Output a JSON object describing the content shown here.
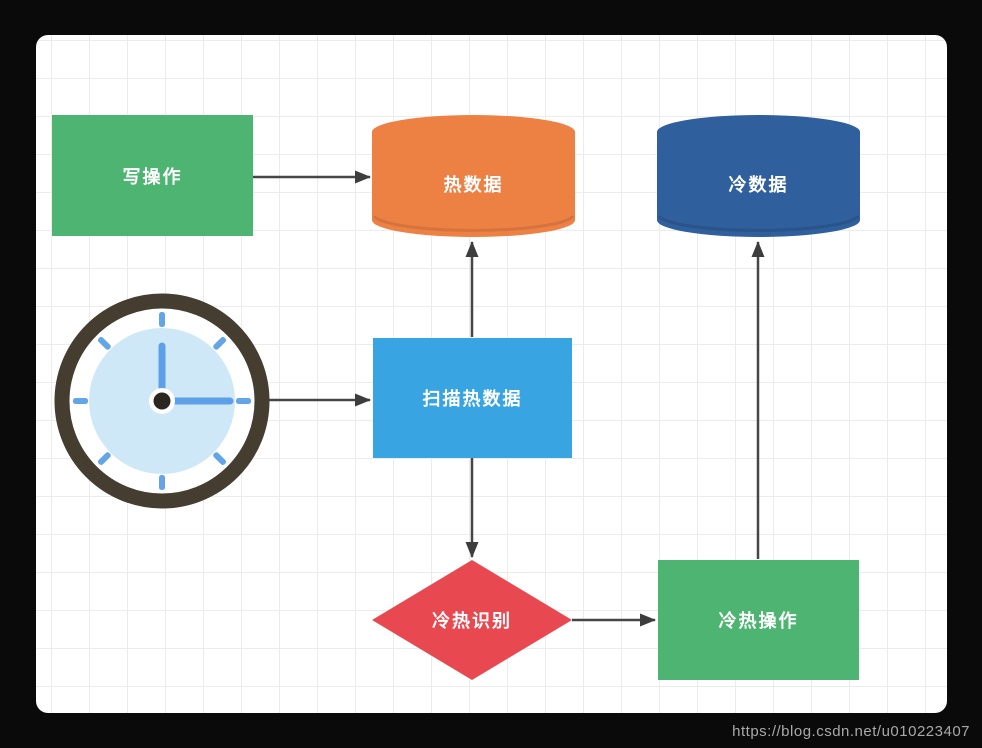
{
  "frame": {
    "background": "#0a0a0a",
    "canvas_background": "#ffffff",
    "grid_color": "#ececec"
  },
  "watermark": "https://blog.csdn.net/u010223407",
  "nodes": {
    "write": {
      "label": "写操作",
      "shape": "rectangle",
      "color": "#4DB471"
    },
    "hot": {
      "label": "热数据",
      "shape": "cylinder",
      "color": "#ED8144"
    },
    "cold": {
      "label": "冷数据",
      "shape": "cylinder",
      "color": "#2F5F9D"
    },
    "scan": {
      "label": "扫描热数据",
      "shape": "rectangle",
      "color": "#38A5E2"
    },
    "identify": {
      "label": "冷热识别",
      "shape": "diamond",
      "color": "#E8484F"
    },
    "operate": {
      "label": "冷热操作",
      "shape": "rectangle",
      "color": "#4DB471"
    },
    "timer": {
      "shape": "clock-icon",
      "colors": {
        "ring": "#453E30",
        "face": "#CFE8F7",
        "hands": "#5EA0E8",
        "center": "#2A2620"
      }
    }
  },
  "edges": [
    {
      "from": "write",
      "to": "hot"
    },
    {
      "from": "scan",
      "to": "hot"
    },
    {
      "from": "timer",
      "to": "scan"
    },
    {
      "from": "scan",
      "to": "identify"
    },
    {
      "from": "identify",
      "to": "operate"
    },
    {
      "from": "operate",
      "to": "cold"
    }
  ],
  "edge_color": "#464646",
  "label_color": "#ffffff"
}
